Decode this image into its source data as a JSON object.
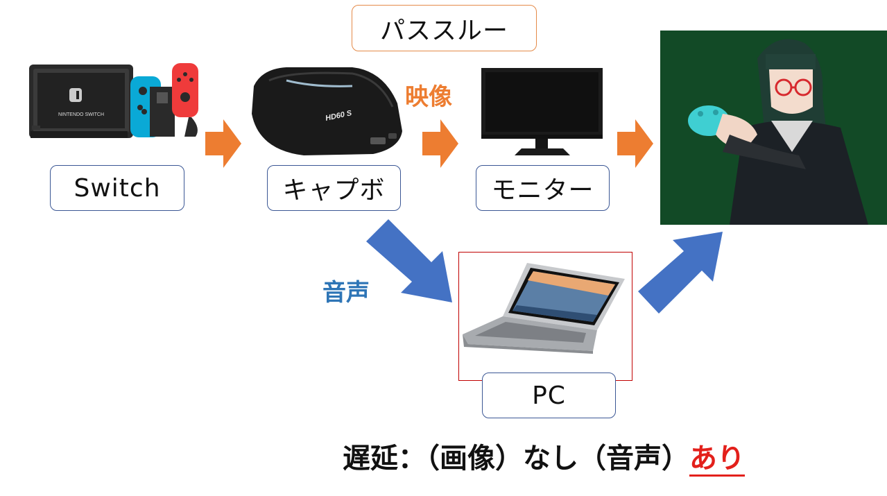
{
  "labels": {
    "passthrough": "パススルー",
    "switch": "Switch",
    "capture_board": "キャプボ",
    "monitor": "モニター",
    "pc": "PC"
  },
  "captions": {
    "video": "映像",
    "audio": "音声"
  },
  "device_text": {
    "switch_logo": "NINTENDO SWITCH",
    "capture_brand": "HD60 S"
  },
  "footer": {
    "prefix": "遅延：（画像）なし（音声）",
    "highlight": "あり"
  },
  "colors": {
    "orange_arrow": "#ed7d31",
    "blue_arrow": "#4472c4",
    "video_caption": "#ed7d31",
    "audio_caption": "#2e75b6",
    "highlight": "#e3201b",
    "green_screen": "#124a26"
  }
}
